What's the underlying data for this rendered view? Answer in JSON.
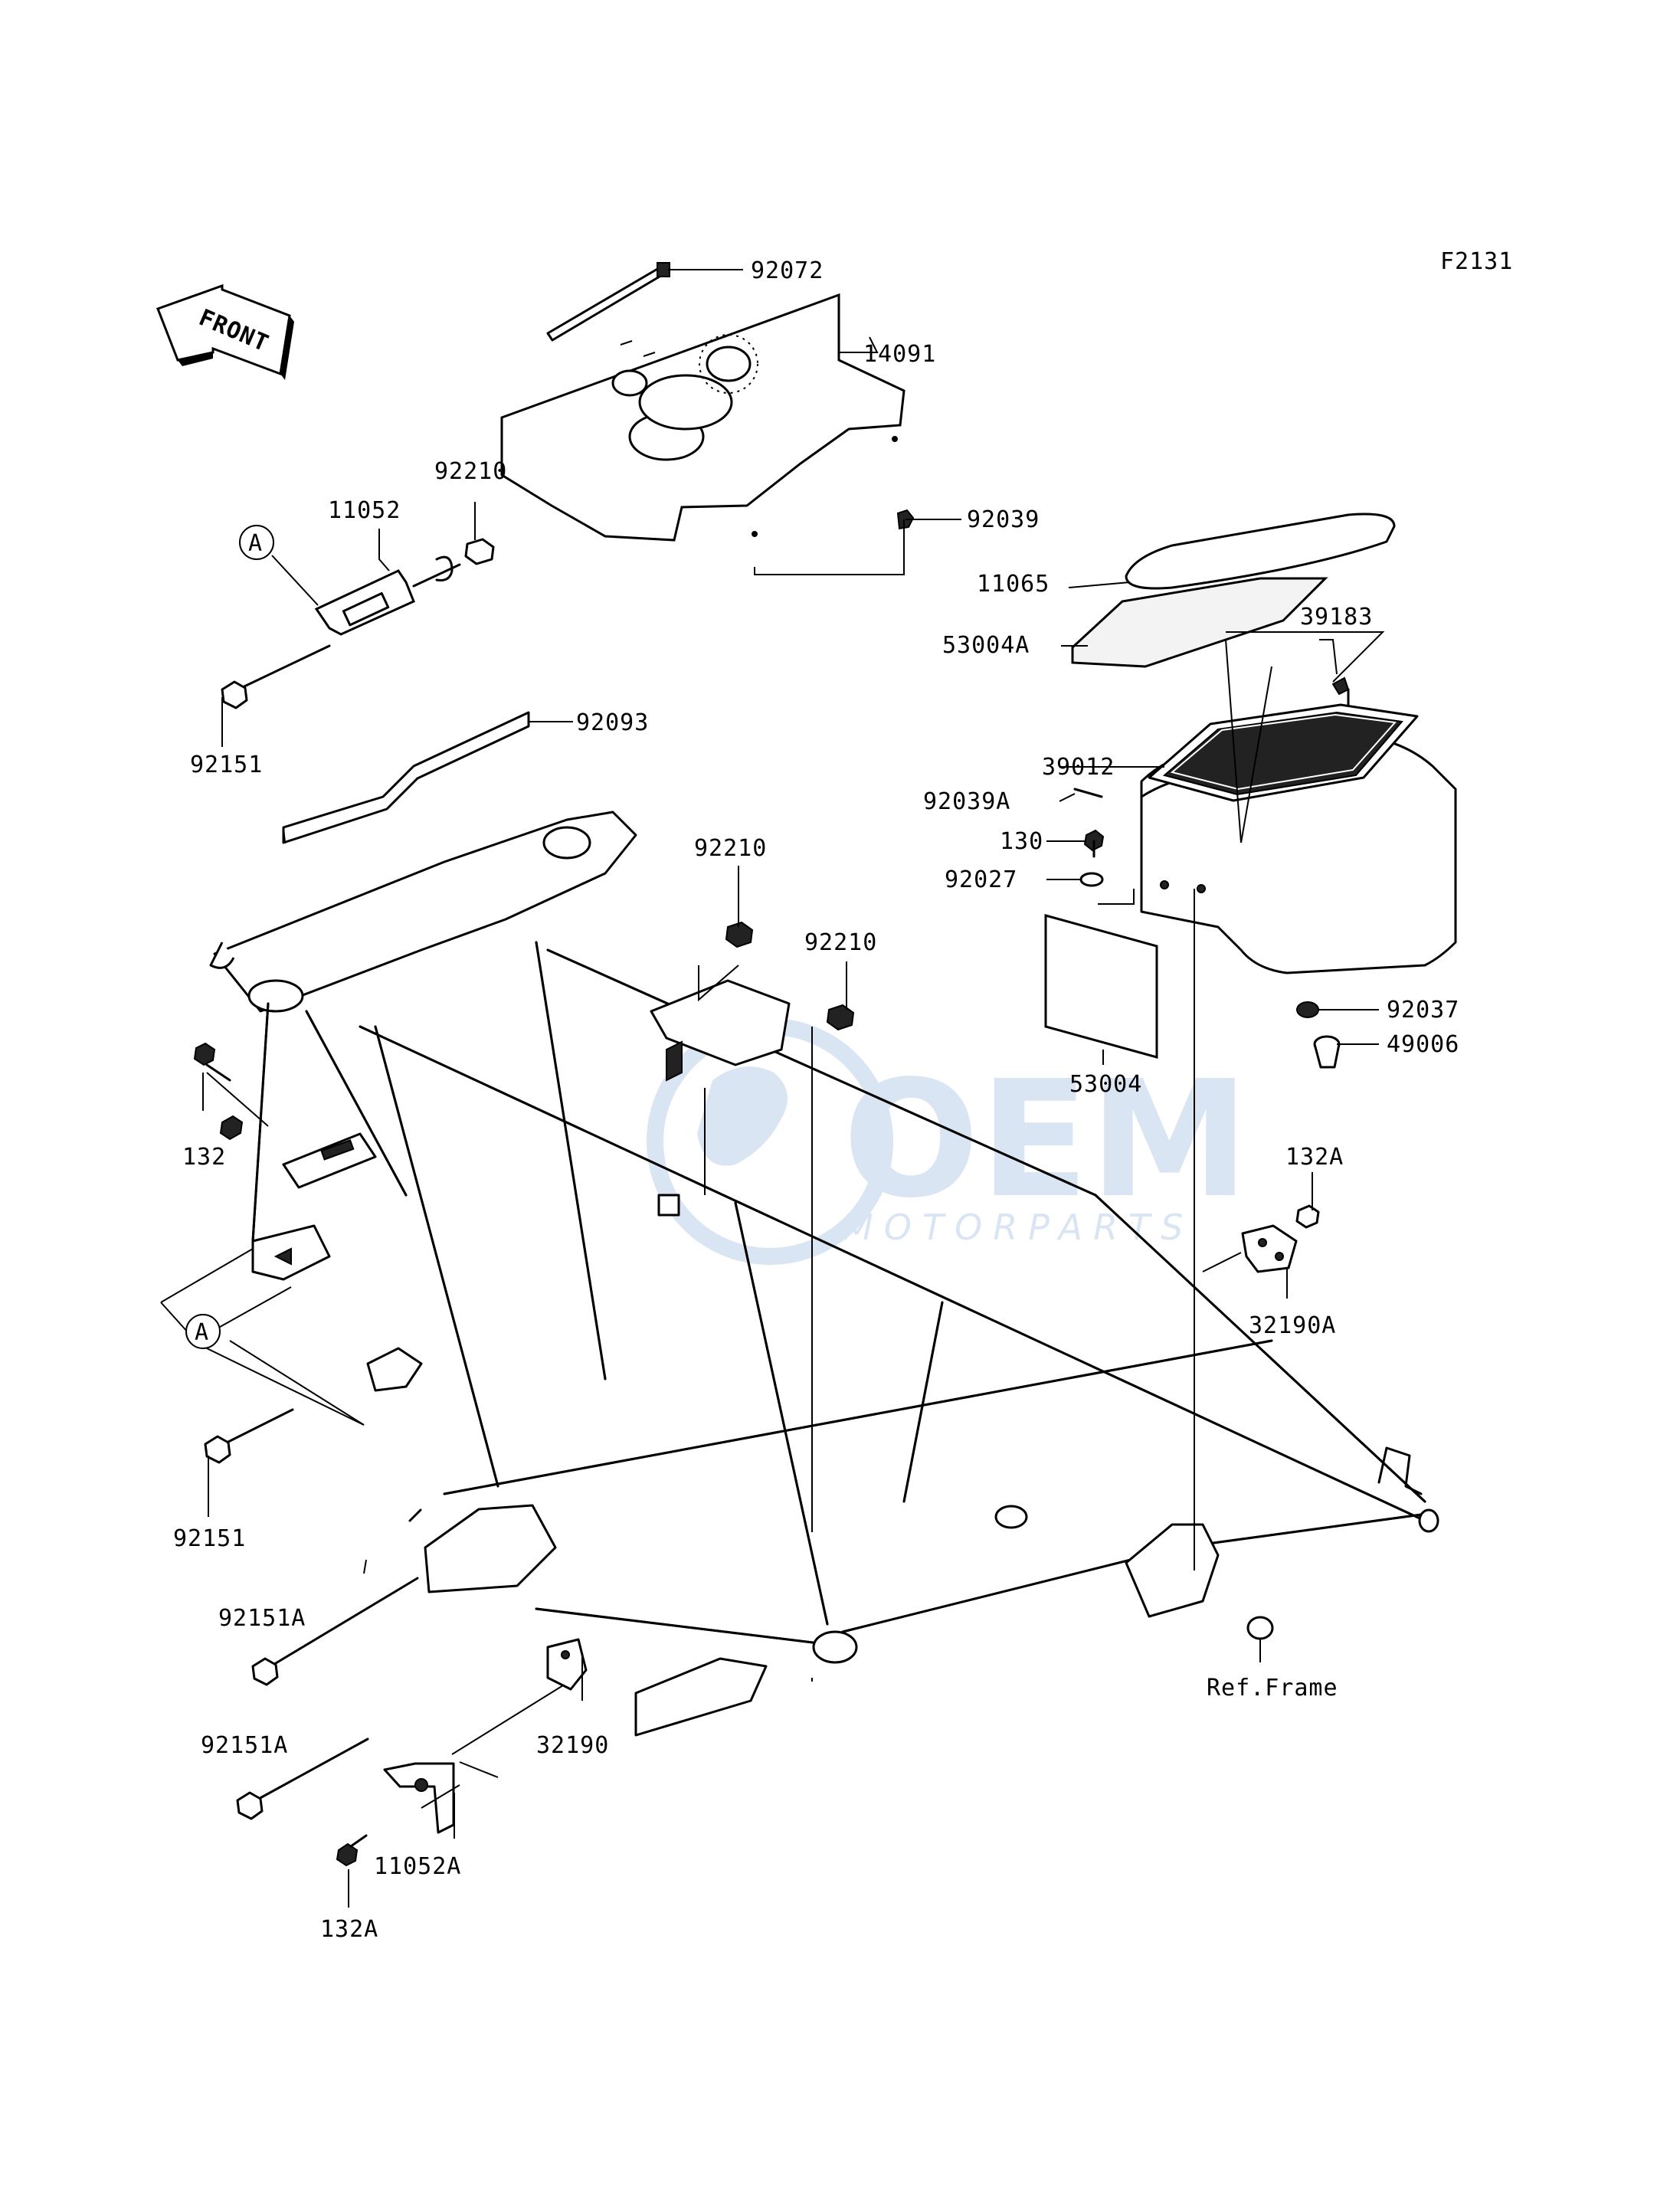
{
  "figure_code": "F2131",
  "front_indicator": "FRONT",
  "reference_label": "Ref.Frame",
  "watermark": {
    "brand": "OEM",
    "sub": "MOTORPARTS",
    "color": "#bcd0ea"
  },
  "callouts": {
    "circle_a_top": "A",
    "circle_a_bottom": "A"
  },
  "part_labels": {
    "p92072": "92072",
    "p14091": "14091",
    "p92039": "92039",
    "p92210_top": "92210",
    "p11052": "11052",
    "p92151_top": "92151",
    "p92093": "92093",
    "p11065": "11065",
    "p53004A": "53004A",
    "p39183": "39183",
    "p39012": "39012",
    "p92039A": "92039A",
    "p130": "130",
    "p92027": "92027",
    "p92210_mid1": "92210",
    "p92210_mid2": "92210",
    "p53004": "53004",
    "p92037": "92037",
    "p49006": "49006",
    "p132": "132",
    "p132A_right": "132A",
    "p32190A": "32190A",
    "p92151_mid": "92151",
    "p92151A_1": "92151A",
    "p92151A_2": "92151A",
    "p32190": "32190",
    "p11052A": "11052A",
    "p132A_bottom": "132A"
  }
}
